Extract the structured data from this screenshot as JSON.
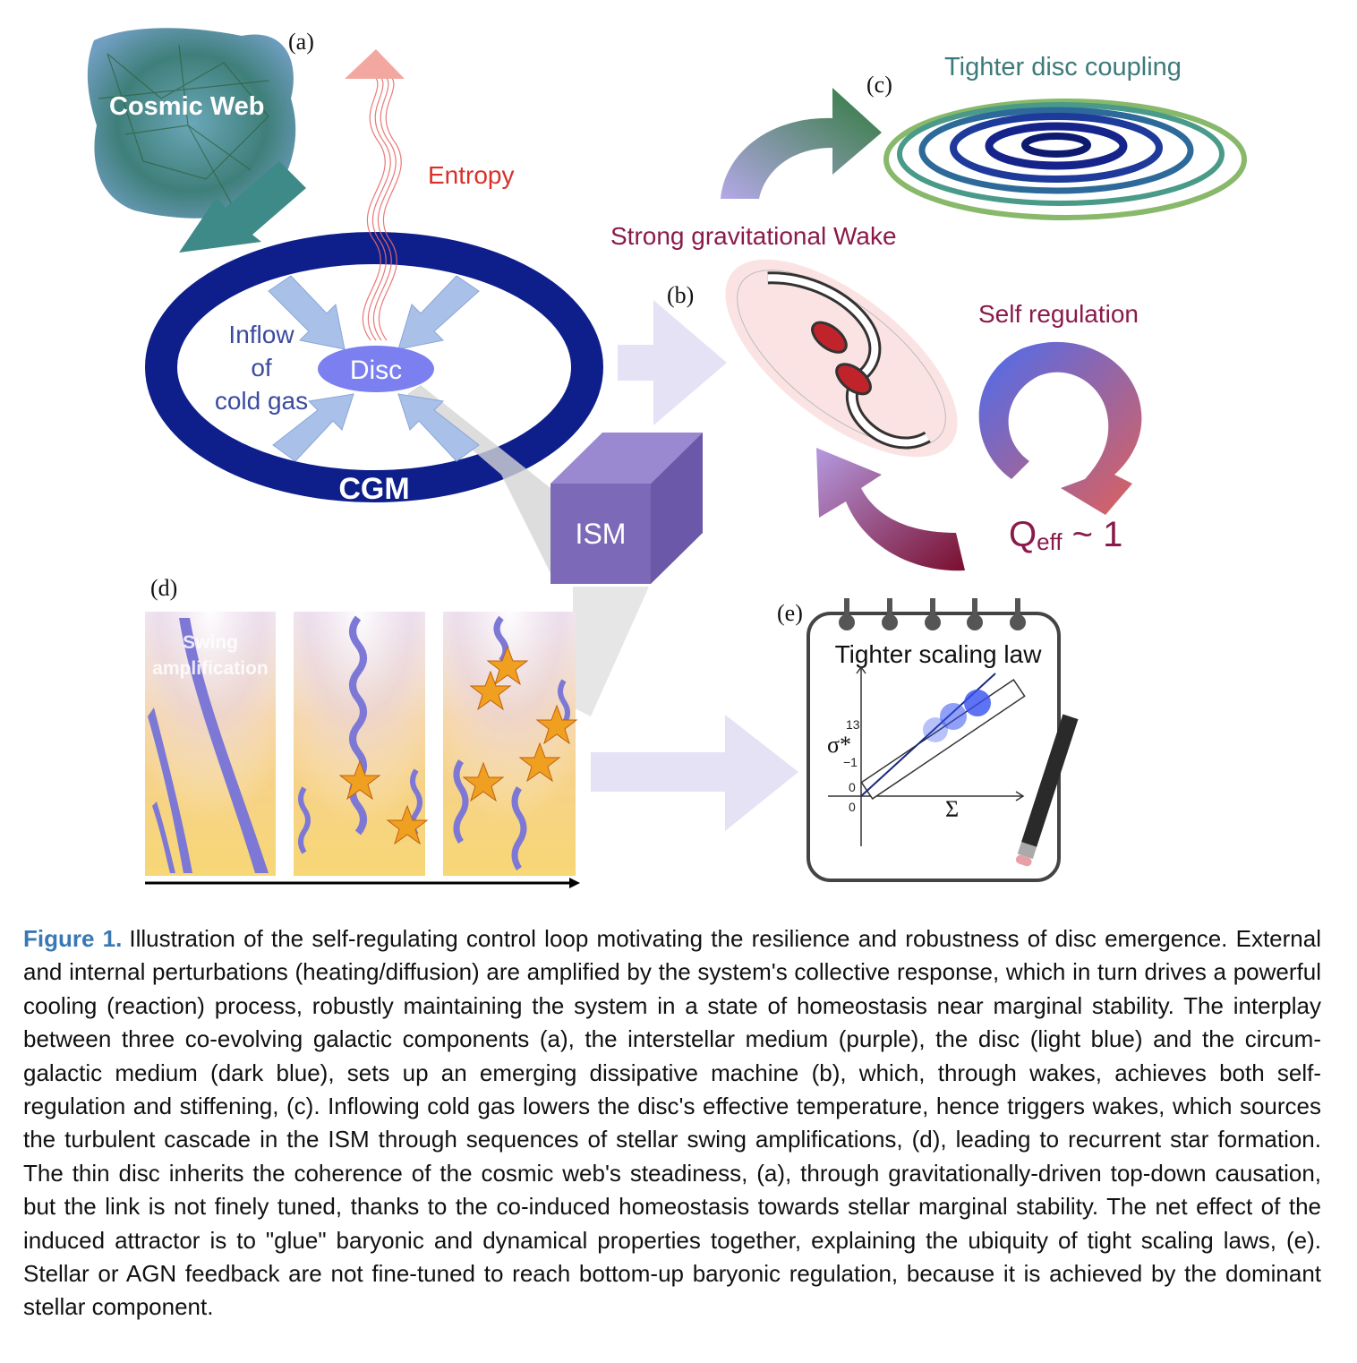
{
  "figure": {
    "panel_labels": {
      "a": "(a)",
      "b": "(b)",
      "c": "(c)",
      "d": "(d)",
      "e": "(e)"
    },
    "cosmic_web": "Cosmic Web",
    "entropy": "Entropy",
    "inflow": [
      "Inflow",
      "of",
      "cold gas"
    ],
    "disc": "Disc",
    "cgm": "CGM",
    "ism": "ISM",
    "wake": "Strong gravitational Wake",
    "coupling": "Tighter disc coupling",
    "self_regulation": "Self regulation",
    "qeff_q": "Q",
    "qeff_sub": "eff",
    "qeff_rest": " ~ 1",
    "swing": [
      "Swing",
      "amplification"
    ],
    "scaling": {
      "title": "Tighter scaling law",
      "y_label": "σ*",
      "x_label": "Σ",
      "y_ticks": [
        "13",
        "−1",
        "0"
      ],
      "x_tick": "0"
    },
    "colors": {
      "cgm": "#0e1f8c",
      "disc": "#7b7ff0",
      "ism": "#7c69b8",
      "entropy": "#d9302a",
      "wake": "#8a1a4a",
      "coupling": "#3d7a7a",
      "caption_accent": "#3a78b5"
    }
  },
  "caption": {
    "label": "Figure 1.",
    "text": "Illustration of the self-regulating control loop motivating the resilience and robustness of disc emergence. External and internal perturbations (heating/diffusion) are amplified by the system's collective response, which in turn drives a powerful cooling (reaction) process, robustly maintaining the system in a state of homeostasis near marginal stability. The interplay between three co-evolving galactic components (a), the interstellar medium (purple), the disc (light blue) and the circum-galactic medium (dark blue), sets up an emerging dissipative machine (b), which, through wakes, achieves both self-regulation and stiffening, (c). Inflowing cold gas lowers the disc's effective temperature, hence triggers wakes, which sources the turbulent cascade in the ISM through sequences of stellar swing amplifications, (d), leading to recurrent star formation. The thin disc inherits the coherence of the cosmic web's steadiness, (a), through gravitationally-driven top-down causation, but the link is not finely tuned, thanks to the co-induced homeostasis towards stellar marginal stability. The net effect of the induced attractor is to \"glue\" baryonic and dynamical properties together, explaining the ubiquity of tight scaling laws, (e). Stellar or AGN feedback are not fine-tuned to reach bottom-up baryonic regulation, because it is achieved by the dominant stellar component."
  }
}
